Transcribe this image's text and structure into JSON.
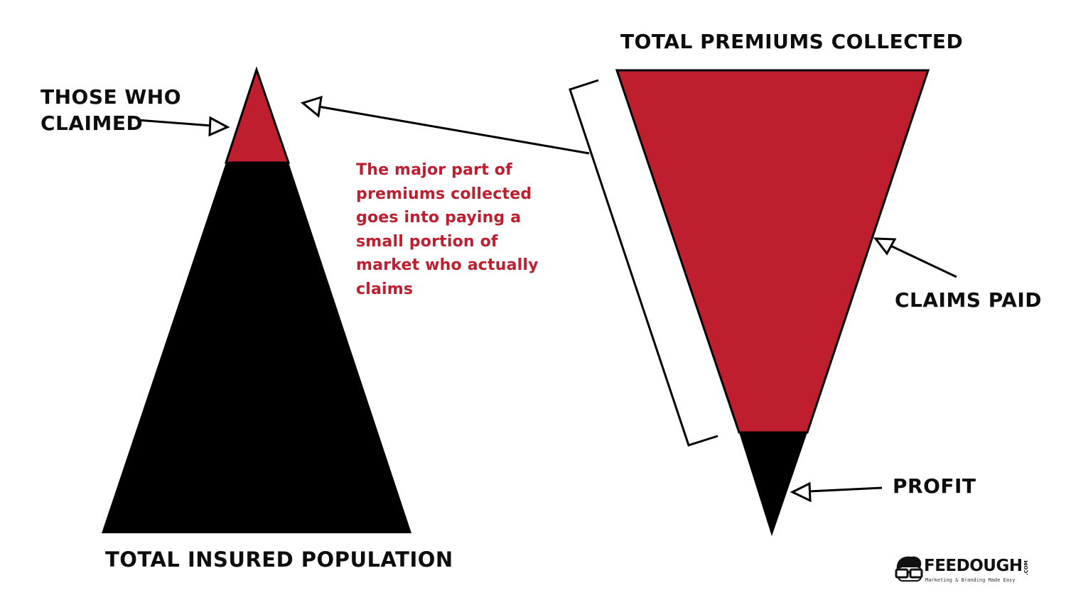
{
  "diagram": {
    "title_left": "TOTAL INSURED POPULATION",
    "title_right": "TOTAL PREMIUMS COLLECTED",
    "labels": {
      "those_who_claimed": "THOSE WHO\nCLAIMED",
      "claims_paid": "CLAIMS PAID",
      "profit": "PROFIT"
    },
    "note": "The major part of\npremiums collected\ngoes into paying a\nsmall portion of\nmarket who actually\nclaims",
    "colors": {
      "accent_red": "#be1e2d",
      "black": "#000000",
      "background": "#ffffff"
    },
    "shapes": {
      "left_pyramid": {
        "segments": [
          "those who claimed (red top)",
          "total insured population (black base)"
        ]
      },
      "right_funnel": {
        "segments": [
          "claims paid (red top)",
          "profit (black tip)"
        ]
      }
    }
  },
  "logo": {
    "name": "FEEDOUGH",
    "suffix": ".COM",
    "tagline": "Marketing & Branding Made Easy"
  }
}
